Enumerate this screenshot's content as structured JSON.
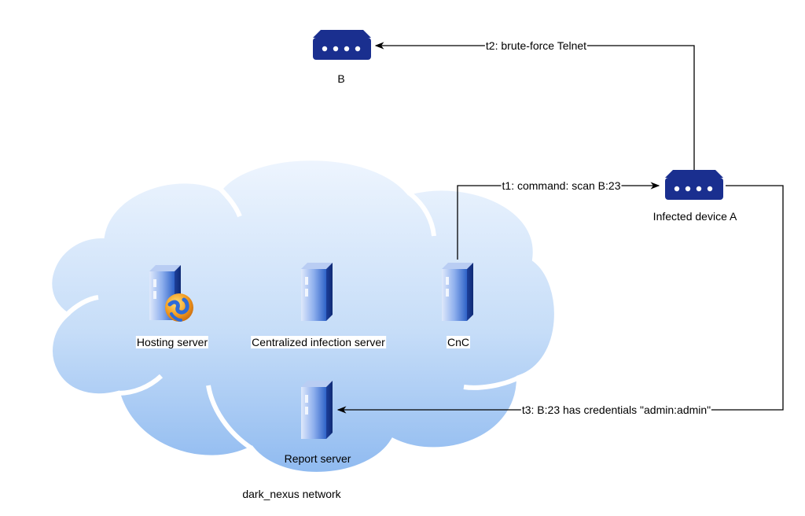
{
  "nodes": {
    "device_b": "B",
    "device_a": "Infected device A",
    "hosting": "Hosting server",
    "central": "Centralized infection server",
    "cnc": "CnC",
    "report": "Report server"
  },
  "network": {
    "label": "dark_nexus network"
  },
  "edges": {
    "t1": "t1: command: scan B:23",
    "t2": "t2: brute-force Telnet",
    "t3": "t3: B:23 has credentials \"admin:admin\""
  },
  "colors": {
    "router": "#1a2f8f",
    "cloud_top": "#eaf3fd",
    "cloud_bottom": "#8fbaf0",
    "server_front": "#2f63c8"
  }
}
